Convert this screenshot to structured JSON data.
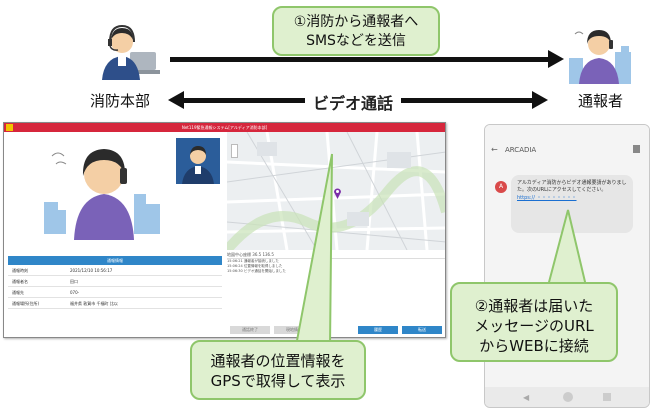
{
  "top": {
    "sms_line1": "①消防から通報者へ",
    "sms_line2": "SMSなどを送信",
    "left_label": "消防本部",
    "right_label": "通報者",
    "video_label": "ビデオ通話"
  },
  "operator_screen": {
    "title": "Net119緊急通報システム[アルディア消防本部]",
    "info_header": "通報情報",
    "rows": [
      {
        "key": "通報時刻",
        "value": "2021/12/10 10:56:17"
      },
      {
        "key": "通報者名",
        "value": "田口"
      },
      {
        "key": "通報先",
        "value": "070-"
      },
      {
        "key": "通報場所(住所)",
        "value": "福井県 敦賀市 千福町 比以"
      }
    ],
    "location_title": "地図中心座標",
    "location_value": "36.5 136.5",
    "log_lines": [
      "15:06:21 通報者が接続しました",
      "15:06:24 位置情報を取得しました",
      "15:06:30 ビデオ通話を開始しました"
    ],
    "buttons": {
      "b1": "通話終了",
      "b2": "現地情報",
      "b3": "履歴",
      "b4": "転送"
    }
  },
  "phone_screen": {
    "header": "ARCADIA",
    "avatar_letter": "A",
    "message": "アルカディア消防からビデオ通報要請がありました。次のURLにアクセスしてください。",
    "link": "https:// ・・・・・・・・"
  },
  "callouts": {
    "gps_line1": "通報者の位置情報を",
    "gps_line2": "GPSで取得して表示",
    "url_line1": "②通報者は届いた",
    "url_line2": "メッセージのURL",
    "url_line3": "からWEBに接続"
  },
  "colors": {
    "callout_fill": "#dff0cf",
    "callout_border": "#8fc66b",
    "app_header": "#d6263c",
    "info_header": "#2f86c8"
  }
}
